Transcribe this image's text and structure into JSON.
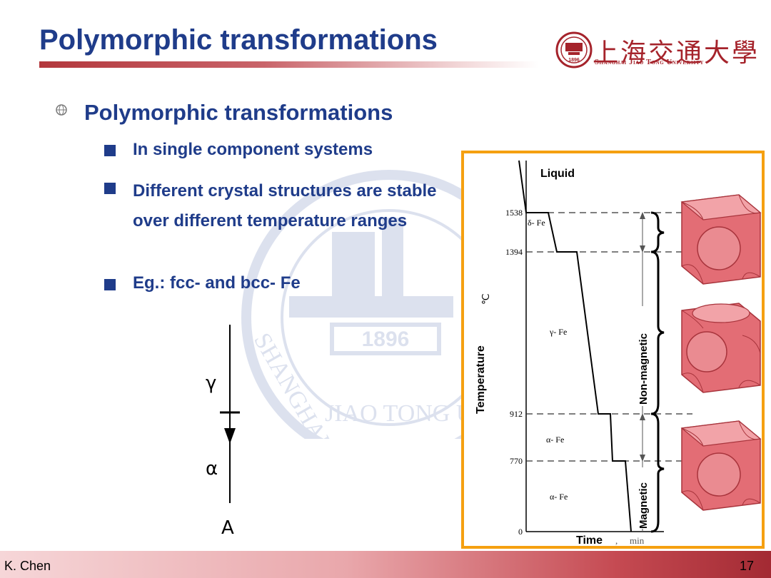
{
  "slide": {
    "title": "Polymorphic transformations",
    "main_bullet": "Polymorphic transformations",
    "sub_bullets": [
      "In single component systems",
      "Different crystal structures are stable over different temperature ranges",
      "Eg.: fcc- and bcc- Fe"
    ]
  },
  "logo": {
    "chinese_name": "上海交通大學",
    "english_name": "Shanghai Jiao Tong University",
    "seal_year": "1896"
  },
  "watermark": {
    "year": "1896",
    "text_left": "SHANGHAI",
    "text_bottom": "JIAO TONG U"
  },
  "arrow_figure": {
    "top_phase": "γ",
    "bottom_phase": "α",
    "base_label": "A"
  },
  "diagram": {
    "label_liquid": "Liquid",
    "axis_y_label": "Temperature",
    "axis_y_unit": "℃",
    "axis_x_label": "Time",
    "axis_x_unit": "min",
    "ticks": [
      "1538",
      "1394",
      "912",
      "770",
      "0"
    ],
    "phase_delta": "δ- Fe",
    "phase_gamma": "γ- Fe",
    "phase_alpha_upper": "α- Fe",
    "phase_alpha_lower": "α- Fe",
    "label_nonmagnetic": "Non-magnetic",
    "label_magnetic": "Magnetic"
  },
  "footer": {
    "author": "K. Chen",
    "page": "17"
  },
  "colors": {
    "title_blue": "#1f3c8a",
    "brand_red": "#a5232b",
    "frame_orange": "#f5a010",
    "cube_pink": "#e87a80"
  }
}
